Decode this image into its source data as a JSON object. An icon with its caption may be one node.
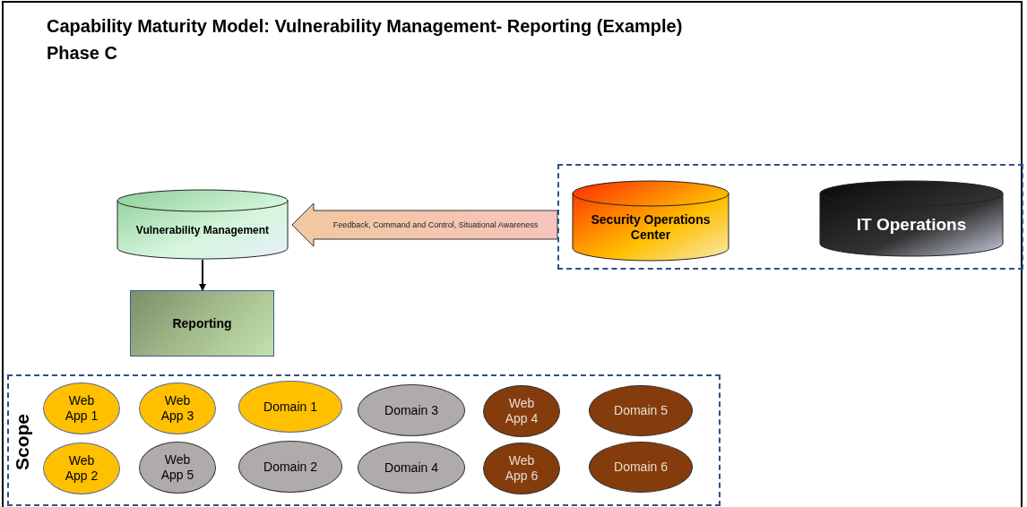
{
  "diagram": {
    "title": "Capability Maturity Model: Vulnerability Management- Reporting (Example)",
    "nodes": [
      {
        "text": [
          "Vulnerability Management"
        ]
      },
      {
        "text": [
          "Reporting"
        ]
      },
      {
        "text": [],
        "shape": "box"
      },
      {
        "text": [
          "Security Operations Center"
        ],
        "in": 2
      },
      {
        "text": [
          "IT Operations"
        ],
        "in": 2
      },
      {
        "text": [
          "Scope"
        ]
      },
      {
        "text": [
          "Web App 1"
        ],
        "in": 5
      },
      {
        "text": [
          "Web App 3"
        ],
        "in": 5
      },
      {
        "text": [
          "Domain 1"
        ],
        "in": 5
      },
      {
        "text": [
          "Domain 3"
        ],
        "in": 5
      },
      {
        "text": [
          "Web App 4"
        ],
        "in": 5
      },
      {
        "text": [
          "Domain 5"
        ],
        "in": 5
      },
      {
        "text": [
          "Web App 2"
        ],
        "in": 5
      },
      {
        "text": [
          "Web App 5"
        ],
        "in": 5
      },
      {
        "text": [
          "Domain 2"
        ],
        "in": 5
      },
      {
        "text": [
          "Domain 4"
        ],
        "in": 5
      },
      {
        "text": [
          "Web App 6"
        ],
        "in": 5
      },
      {
        "text": [
          "Domain 6"
        ],
        "in": 5
      }
    ],
    "edges": [
      {
        "from": 0,
        "to": 1,
        "arrow": "to"
      },
      {
        "from": 2,
        "to": 0,
        "arrow": "to",
        "label": "Feedback, Command and Control, Situational Awareness",
        "style": "thick",
        "color": "#f8c4bc"
      }
    ],
    "labels": [
      "Phase C"
    ]
  }
}
